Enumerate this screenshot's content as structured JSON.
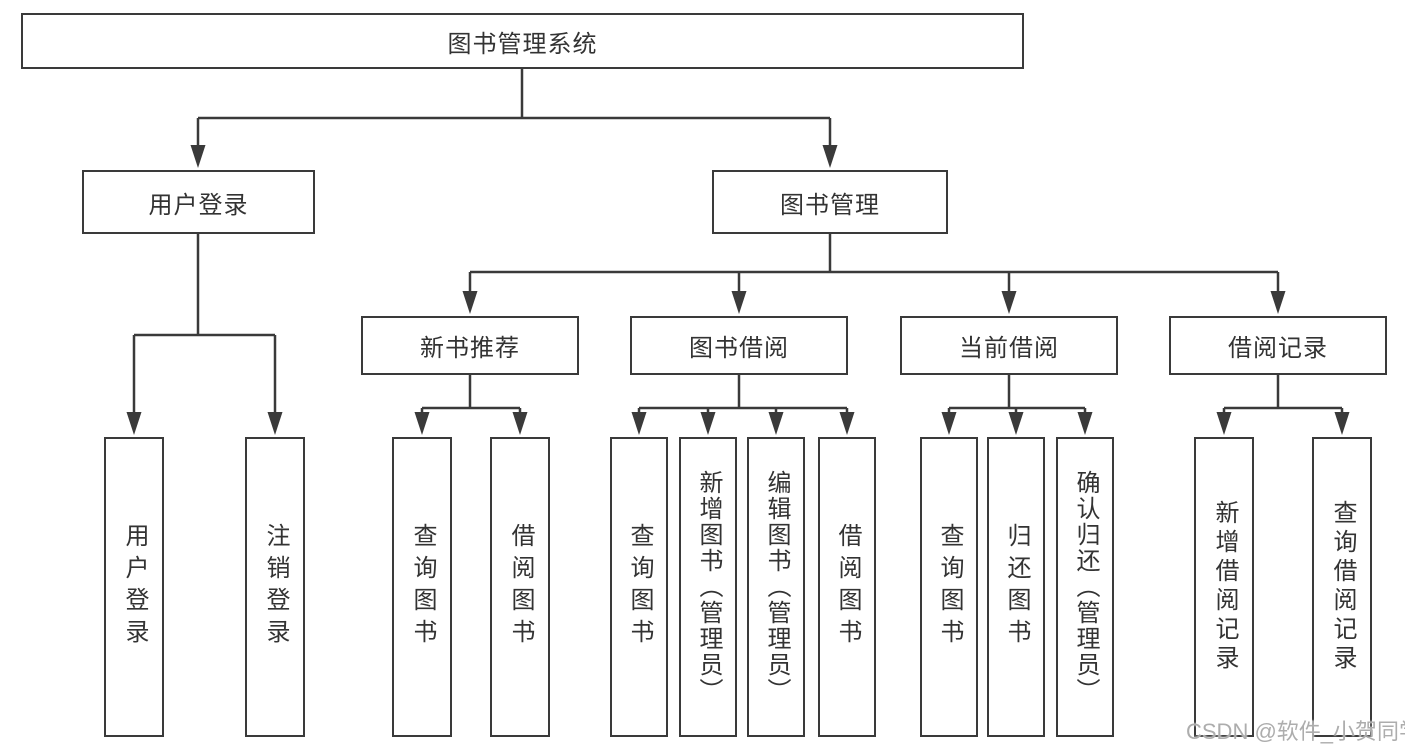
{
  "diagram": {
    "tree": {
      "root": {
        "label": "图书管理系统",
        "children": [
          {
            "label": "用户登录",
            "children": [
              {
                "label": "用户登录"
              },
              {
                "label": "注销登录"
              }
            ]
          },
          {
            "label": "图书管理",
            "children": [
              {
                "label": "新书推荐",
                "children": [
                  {
                    "label": "查询图书"
                  },
                  {
                    "label": "借阅图书"
                  }
                ]
              },
              {
                "label": "图书借阅",
                "children": [
                  {
                    "label": "查询图书"
                  },
                  {
                    "label": "新增图书（管理员）"
                  },
                  {
                    "label": "编辑图书（管理员）"
                  },
                  {
                    "label": "借阅图书"
                  }
                ]
              },
              {
                "label": "当前借阅",
                "children": [
                  {
                    "label": "查询图书"
                  },
                  {
                    "label": "归还图书"
                  },
                  {
                    "label": "确认归还（管理员）"
                  }
                ]
              },
              {
                "label": "借阅记录",
                "children": [
                  {
                    "label": "新增借阅记录"
                  },
                  {
                    "label": "查询借阅记录"
                  }
                ]
              }
            ]
          }
        ]
      }
    }
  },
  "watermark": {
    "text": "CSDN @软件_小贺同学"
  },
  "colors": {
    "line": "#3a3a3a",
    "text": "#333333",
    "box_background": "#ffffff",
    "page_background": "#ffffff",
    "watermark": "#adadad"
  }
}
